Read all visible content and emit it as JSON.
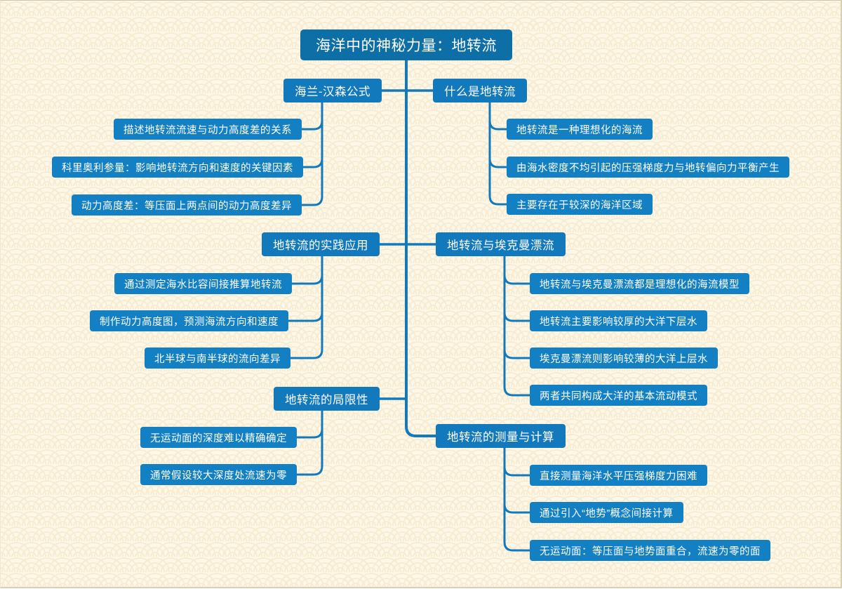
{
  "diagram": {
    "type": "mindmap",
    "title": "海洋中的神秘力量：地转流",
    "background_color": "#fdf7e7",
    "pattern": "seigaiha-wave",
    "colors": {
      "root": "#0e6ea6",
      "branch": "#1379bd",
      "leaf": "#1380c4",
      "connector": "#1379bd",
      "text": "#ffffff",
      "pattern": "#f7ecd2"
    }
  },
  "root": {
    "label": "海洋中的神秘力量：地转流"
  },
  "branches": [
    {
      "id": "hailan-hansen",
      "label": "海兰-汉森公式",
      "side": "left",
      "children": [
        {
          "label": "描述地转流流速与动力高度差的关系"
        },
        {
          "label": "科里奥利参量：影响地转流方向和速度的关键因素"
        },
        {
          "label": "动力高度差：等压面上两点间的动力高度差异"
        }
      ]
    },
    {
      "id": "what-is-geostrophic",
      "label": "什么是地转流",
      "side": "right",
      "children": [
        {
          "label": "地转流是一种理想化的海流"
        },
        {
          "label": "由海水密度不均引起的压强梯度力与地转偏向力平衡产生"
        },
        {
          "label": "主要存在于较深的海洋区域"
        }
      ]
    },
    {
      "id": "practical-application",
      "label": "地转流的实践应用",
      "side": "left",
      "children": [
        {
          "label": "通过测定海水比容间接推算地转流"
        },
        {
          "label": "制作动力高度图，预测海流方向和速度"
        },
        {
          "label": "北半球与南半球的流向差异"
        }
      ]
    },
    {
      "id": "geostrophic-and-ekman",
      "label": "地转流与埃克曼漂流",
      "side": "right",
      "children": [
        {
          "label": "地转流与埃克曼漂流都是理想化的海流模型"
        },
        {
          "label": "地转流主要影响较厚的大洋下层水"
        },
        {
          "label": "埃克曼漂流则影响较薄的大洋上层水"
        },
        {
          "label": "两者共同构成大洋的基本流动模式"
        }
      ]
    },
    {
      "id": "limitations",
      "label": "地转流的局限性",
      "side": "left",
      "children": [
        {
          "label": "无运动面的深度难以精确确定"
        },
        {
          "label": "通常假设较大深度处流速为零"
        }
      ]
    },
    {
      "id": "measurement-calculation",
      "label": "地转流的测量与计算",
      "side": "right",
      "children": [
        {
          "label": "直接测量海洋水平压强梯度力困难"
        },
        {
          "label": "通过引入“地势”概念间接计算"
        },
        {
          "label": "无运动面：等压面与地势面重合，流速为零的面"
        }
      ]
    }
  ]
}
